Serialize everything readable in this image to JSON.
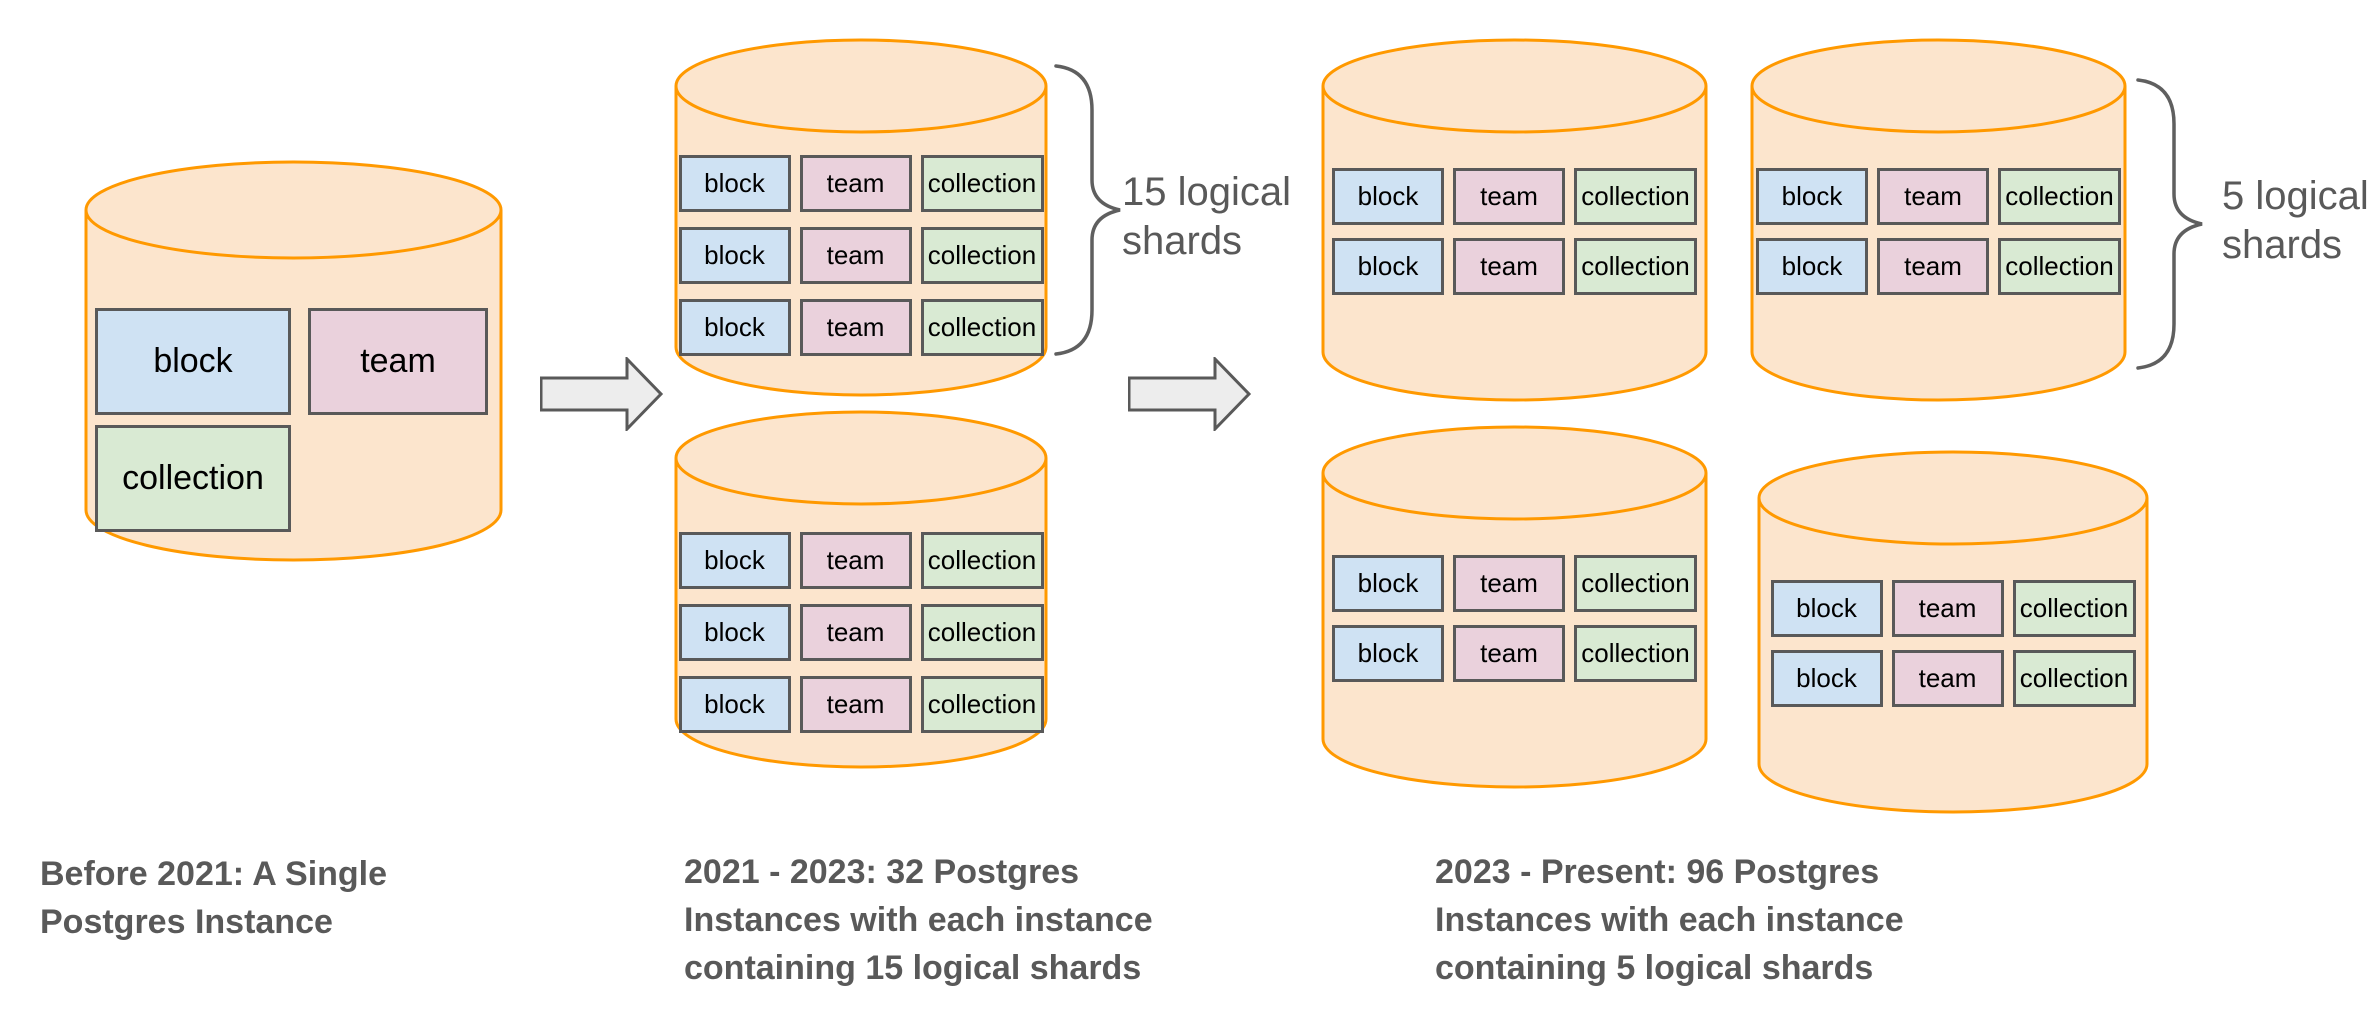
{
  "labels": {
    "block": "block",
    "team": "team",
    "collection": "collection"
  },
  "annotations": {
    "shards_15": [
      "15 logical",
      "shards"
    ],
    "shards_5": [
      "5 logical",
      "shards"
    ]
  },
  "captions": {
    "before": [
      "Before 2021: A Single",
      "Postgres Instance"
    ],
    "middle": [
      "2021 - 2023: 32 Postgres",
      "Instances with each instance",
      "containing 15 logical shards"
    ],
    "present": [
      "2023 - Present: 96 Postgres",
      "Instances with each instance",
      "containing 5 logical shards"
    ]
  },
  "colors": {
    "cylinder_fill": "#FCE5CD",
    "cylinder_stroke": "#FF9900",
    "block_fill": "#CFE2F3",
    "team_fill": "#EAD1DC",
    "collection_fill": "#D9EAD3",
    "box_border": "#595959",
    "arrow_fill": "#EDEDED",
    "arrow_stroke": "#595959",
    "brace_stroke": "#5F5F5F",
    "text_gray": "#595959"
  }
}
